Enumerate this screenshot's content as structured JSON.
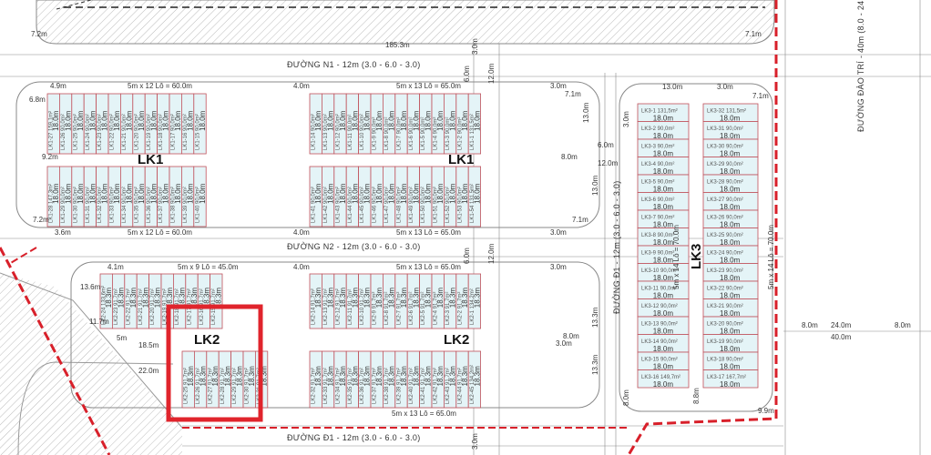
{
  "roads": {
    "n1": "ĐƯỜNG N1 - 12m (3.0 - 6.0 - 3.0)",
    "n2": "ĐƯỜNG N2 - 12m (3.0 - 6.0 - 3.0)",
    "d1": "ĐƯỜNG Đ1 - 12m (3.0 - 6.0 - 3.0)",
    "d1v": "ĐƯỜNG Đ1 - 12m (3.0 - 6.0 - 3.0)",
    "dao_tri": "ĐƯỜNG ĐÀO TRÍ - 40m (8.0 - 24."
  },
  "blocks": {
    "lk1_left": "LK1",
    "lk1_right": "LK1",
    "lk2_left": "LK2",
    "lk2_right": "LK2",
    "lk3": "LK3"
  },
  "dims": {
    "top_total": "185.3m",
    "lk1_left_spec": "5m x 12 Lô = 60.0m",
    "lk1_right_spec": "5m x 13 Lô = 65.0m",
    "n2_left_spec": "5m x 12 Lô = 60.0m",
    "n2_right_spec": "5m x 13 Lô = 65.0m",
    "lk2_left_spec": "5m x 9 Lô = 45.0m",
    "lk2_right_spec": "5m x 13 Lô = 65.0m",
    "lk2_bottom_spec": "5m x 13 Lô = 65.0m",
    "lk3_spec": "5m x 14 Lô = 70.0m",
    "lk3_spec2": "5m x 14 Lô = 70.0m",
    "w_4_9": "4.9m",
    "w_4_0a": "4.0m",
    "w_3_0a": "3.0m",
    "w_3_6": "3.6m",
    "w_4_0b": "4.0m",
    "w_3_0b": "3.0m",
    "w_4_1": "4.1m",
    "w_4_0c": "4.0m",
    "w_3_0c": "3.0m",
    "w_13_0": "13.0m",
    "w_3_0d": "3.0m",
    "w_7_2a": "7.2m",
    "w_7_1a": "7.1m",
    "w_6_8": "6.8m",
    "w_9_2": "9.2m",
    "w_7_2b": "7.2m",
    "w_7_1b": "7.1m",
    "w_13_6": "13.6m",
    "w_11_7": "11.7m",
    "w_5m": "5m",
    "w_18_5": "18.5m",
    "w_22_0": "22.0m",
    "w_7_1c": "7.1m",
    "w_8_0a": "8.0m",
    "w_24_0": "24.0m",
    "w_8_0b": "8.0m",
    "w_40_0": "40.0m",
    "w_9_9": "9.9m",
    "w_8_8": "8.8m",
    "w_6_0a": "6.0m",
    "w_12_0a": "12.0m",
    "w_3_0e": "3.0m",
    "w_6_0b": "6.0m",
    "w_12_0b": "12.0m",
    "w_13_0b": "13.0m",
    "w_13_3a": "13.3m",
    "w_13_3b": "13.3m",
    "w_8_0c": "8.0m",
    "w_12_0c": "12.0m",
    "w_6_0c": "6.0m",
    "w_3_0f": "3.0m",
    "w_3_0g": "3.0m",
    "w_13_0c": "13.0m",
    "w_7_1d": "7.1m",
    "w_8_0d": "8.0m",
    "w_3_0h": "3.0m",
    "w_8_0e": "8.0m"
  },
  "lot_length": {
    "lk1": "18.0m",
    "lk2": "18.3m",
    "lk3": "18.0m"
  },
  "lots": {
    "lk1_top_left": [
      "LK1-27 159,1m²",
      "LK1-26 90,0m²",
      "LK1-25 90,0m²",
      "LK1-24 90,0m²",
      "LK1-23 90,0m²",
      "LK1-22 90,0m²",
      "LK1-21 90,0m²",
      "LK1-20 90,0m²",
      "LK1-19 90,0m²",
      "LK1-18 90,0m²",
      "LK1-17 90,0m²",
      "LK1-16 90,0m²",
      "LK1-15 90,0m²"
    ],
    "lk1_top_right": [
      "LK1-14 90,0m²",
      "LK1-13 90,0m²",
      "LK1-12 90,0m²",
      "LK1-11 90,0m²",
      "LK1-10 90,0m²",
      "LK1-9 90,0m²",
      "LK1-8 90,0m²",
      "LK1-7 90,0m²",
      "LK1-6 90,0m²",
      "LK1-5 90,0m²",
      "LK1-4 90,0m²",
      "LK1-3 90,0m²",
      "LK1-2 90,0m²",
      "LK1-1 131,5m²"
    ],
    "lk1_bot_left": [
      "LK1-28 147,3m²",
      "LK1-29 90,0m²",
      "LK1-30 90,0m²",
      "LK1-31 90,0m²",
      "LK1-32 90,0m²",
      "LK1-33 90,0m²",
      "LK1-34 90,0m²",
      "LK1-35 90,0m²",
      "LK1-36 90,0m²",
      "LK1-37 90,0m²",
      "LK1-38 90,0m²",
      "LK1-39 90,0m²",
      "LK1-40 90,0m²"
    ],
    "lk1_bot_right": [
      "LK1-41 90,0m²",
      "LK1-42 90,0m²",
      "LK1-43 90,0m²",
      "LK1-44 90,0m²",
      "LK1-45 90,0m²",
      "LK1-46 90,0m²",
      "LK1-47 90,0m²",
      "LK1-48 90,0m²",
      "LK1-49 90,0m²",
      "LK1-50 90,0m²",
      "LK1-51 90,0m²",
      "LK1-52 90,0m²",
      "LK1-53 90,0m²",
      "LK1-54 131,5m²"
    ],
    "lk2_top_left": [
      "LK2-24 133,6m²",
      "LK2-23 91,7m²",
      "LK2-22 91,7m²",
      "LK2-21 91,7m²",
      "LK2-20 91,7m²",
      "LK2-19 91,7m²",
      "LK2-18 91,7m²",
      "LK2-17 91,7m²",
      "LK2-16 91,7m²",
      "LK2-15 91,7m²"
    ],
    "lk2_top_right": [
      "LK2-14 91,7m²",
      "LK2-13 91,7m²",
      "LK2-12 91,7m²",
      "LK2-11 91,7m²",
      "LK2-10 91,7m²",
      "LK2-9 91,7m²",
      "LK2-8 91,7m²",
      "LK2-7 91,7m²",
      "LK2-6 91,7m²",
      "LK2-5 91,7m²",
      "LK2-4 91,7m²",
      "LK2-3 91,7m²",
      "LK2-2 91,7m²",
      "LK2-1 134,2m²"
    ],
    "lk2_bot_left": [
      "LK2-25 91,7m²",
      "LK2-26 91,7m²",
      "LK2-27 91,7m²",
      "LK2-28 91,7m²",
      "LK2-29 91,7m²",
      "LK2-30 91,7m²",
      "LK2-31 91,7m²"
    ],
    "lk2_bot_right": [
      "LK2-32 91,7m²",
      "LK2-33 91,7m²",
      "LK2-34 91,7m²",
      "LK2-35 91,7m²",
      "LK2-36 91,7m²",
      "LK2-37 91,7m²",
      "LK2-38 91,7m²",
      "LK2-39 91,7m²",
      "LK2-40 91,7m²",
      "LK2-41 91,7m²",
      "LK2-42 91,7m²",
      "LK2-43 91,7m²",
      "LK2-44 91,7m²",
      "LK2-45 134,2m²"
    ],
    "lk3_left": [
      "LK3-1 131,5m²",
      "LK3-2 90,0m²",
      "LK3-3 90,0m²",
      "LK3-4 90,0m²",
      "LK3-5 90,0m²",
      "LK3-6 90,0m²",
      "LK3-7 90,0m²",
      "LK3-8 90,0m²",
      "LK3-9 90,0m²",
      "LK3-10 90,0m²",
      "LK3-11 90,0m²",
      "LK3-12 90,0m²",
      "LK3-13 90,0m²",
      "LK3-14 90,0m²",
      "LK3-15 90,0m²",
      "LK3-16 149,7m²"
    ],
    "lk3_right": [
      "LK3-32 131,5m²",
      "LK3-31 90,0m²",
      "LK3-30 90,0m²",
      "LK3-29 90,0m²",
      "LK3-28 90,0m²",
      "LK3-27 90,0m²",
      "LK3-26 90,0m²",
      "LK3-25 90,0m²",
      "LK3-24 90,0m²",
      "LK3-23 90,0m²",
      "LK3-22 90,0m²",
      "LK3-21 90,0m²",
      "LK3-20 90,0m²",
      "LK3-19 90,0m²",
      "LK3-18 90,0m²",
      "LK3-17 167,7m²"
    ]
  },
  "colors": {
    "lot_fill": "#e4f4f7",
    "lot_line": "#c0505a",
    "boundary": "#d8202a",
    "highlight": "#e0242c",
    "road_line": "#8a8a8a",
    "hatch": "#b8b8b8"
  }
}
